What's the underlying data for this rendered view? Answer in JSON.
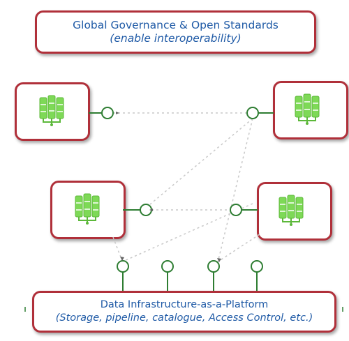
{
  "top_banner": {
    "title": "Global Governance & Open Standards",
    "subtitle": "(enable interoperability)"
  },
  "bottom_banner": {
    "title": "Data Infrastructure-as-a-Platform",
    "subtitle": "(Storage, pipeline, catalogue, Access Control, etc.)"
  },
  "colors": {
    "box_border": "#b0303a",
    "banner_text": "#1f5aa6",
    "server_green": "#7ed957",
    "connector_green": "#2e7d32"
  },
  "icons": [
    "server-cluster-icon"
  ]
}
